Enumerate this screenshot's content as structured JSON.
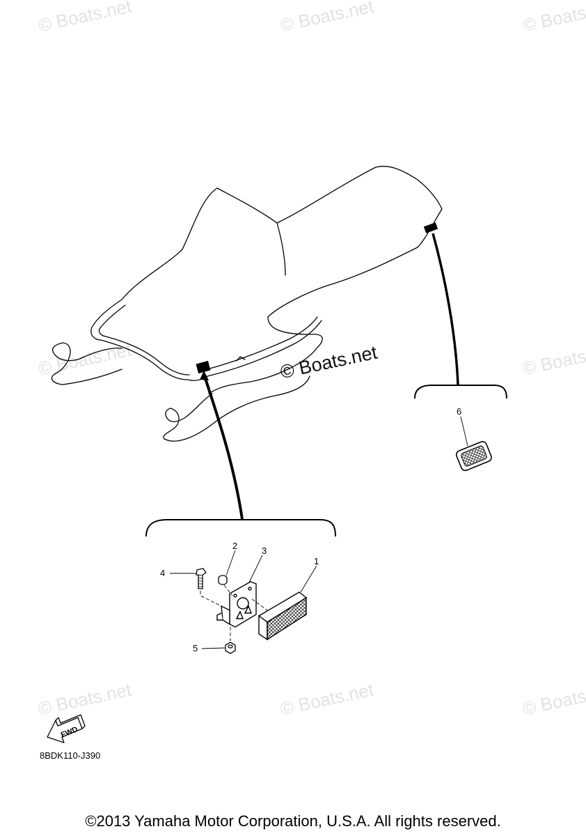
{
  "watermark": {
    "text": "© Boats.net",
    "main_text": "© Boats.net"
  },
  "callouts": {
    "c1": "1",
    "c2": "2",
    "c3": "3",
    "c4": "4",
    "c5": "5",
    "c6": "6"
  },
  "fwd_label": "FWD",
  "part_code": "8BDK110-J390",
  "copyright": "©2013 Yamaha Motor Corporation, U.S.A. All rights reserved.",
  "colors": {
    "line": "#000000",
    "watermark": "#e2e2e2"
  }
}
